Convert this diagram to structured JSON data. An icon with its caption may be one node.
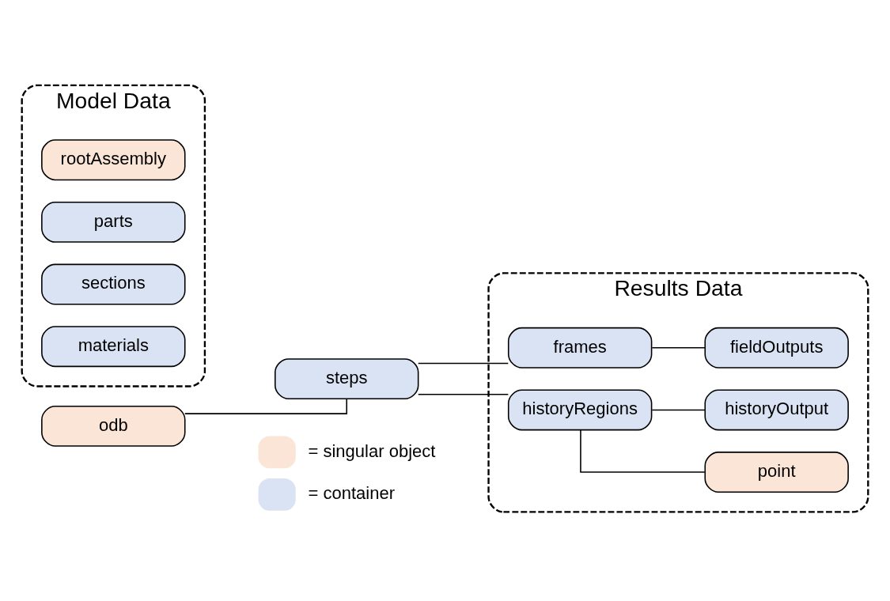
{
  "diagram": {
    "nodes": [
      {
        "text": [
          "odb"
        ]
      },
      {
        "text": [
          "Model Data"
        ]
      },
      {
        "text": [
          "rootAssembly"
        ],
        "in": 1
      },
      {
        "text": [
          "parts"
        ],
        "in": 1
      },
      {
        "text": [
          "sections"
        ],
        "in": 1
      },
      {
        "text": [
          "materials"
        ],
        "in": 1
      },
      {
        "text": [
          "steps"
        ]
      },
      {
        "text": [
          "Results Data"
        ]
      },
      {
        "text": [
          "frames"
        ],
        "in": 7
      },
      {
        "text": [
          "fieldOutputs"
        ],
        "in": 7
      },
      {
        "text": [
          "historyRegions"
        ],
        "in": 7
      },
      {
        "text": [
          "point"
        ],
        "in": 7
      },
      {
        "text": [
          "historyOutput"
        ],
        "in": 7
      }
    ],
    "edges": [
      {
        "from": 0,
        "to": 6,
        "arrow": "none"
      },
      {
        "from": 6,
        "to": 8,
        "arrow": "none"
      },
      {
        "from": 8,
        "to": 9,
        "arrow": "none"
      },
      {
        "from": 6,
        "to": 10,
        "arrow": "none"
      },
      {
        "from": 10,
        "to": 11,
        "arrow": "none"
      },
      {
        "from": 10,
        "to": 12,
        "arrow": "none"
      }
    ],
    "legend": [
      {
        "text": "= singular object",
        "color": "#fbe5d6"
      },
      {
        "text": "= container",
        "color": "#dae3f3"
      }
    ]
  }
}
